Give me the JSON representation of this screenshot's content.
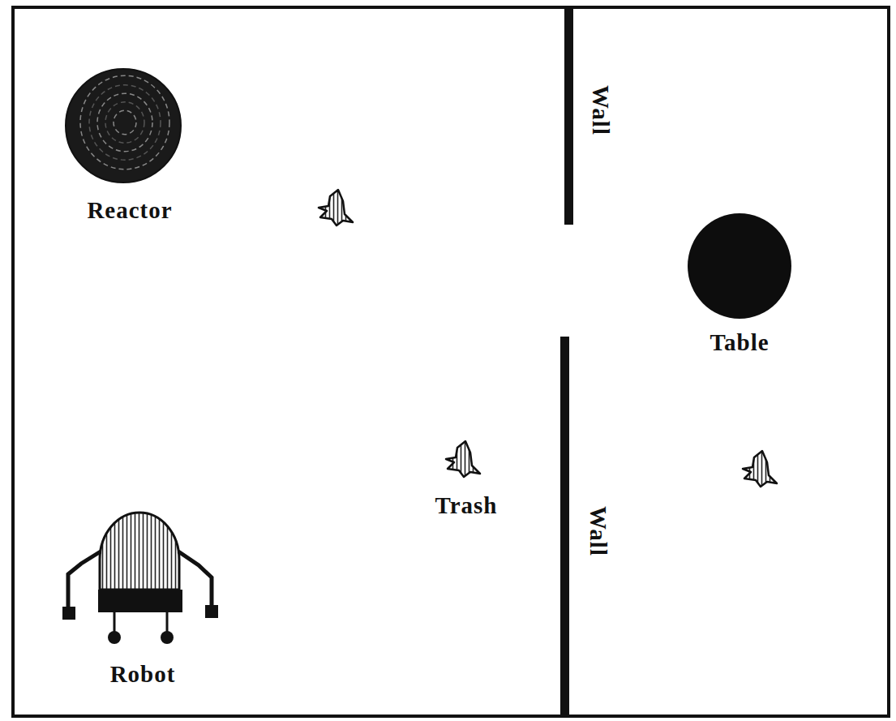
{
  "diagram": {
    "nodes": [
      {
        "text": [
          "Reactor"
        ]
      },
      {
        "text": [
          "Table"
        ]
      }
    ],
    "labels": [
      "Wall",
      "Wall",
      "Trash",
      "Robot"
    ]
  }
}
